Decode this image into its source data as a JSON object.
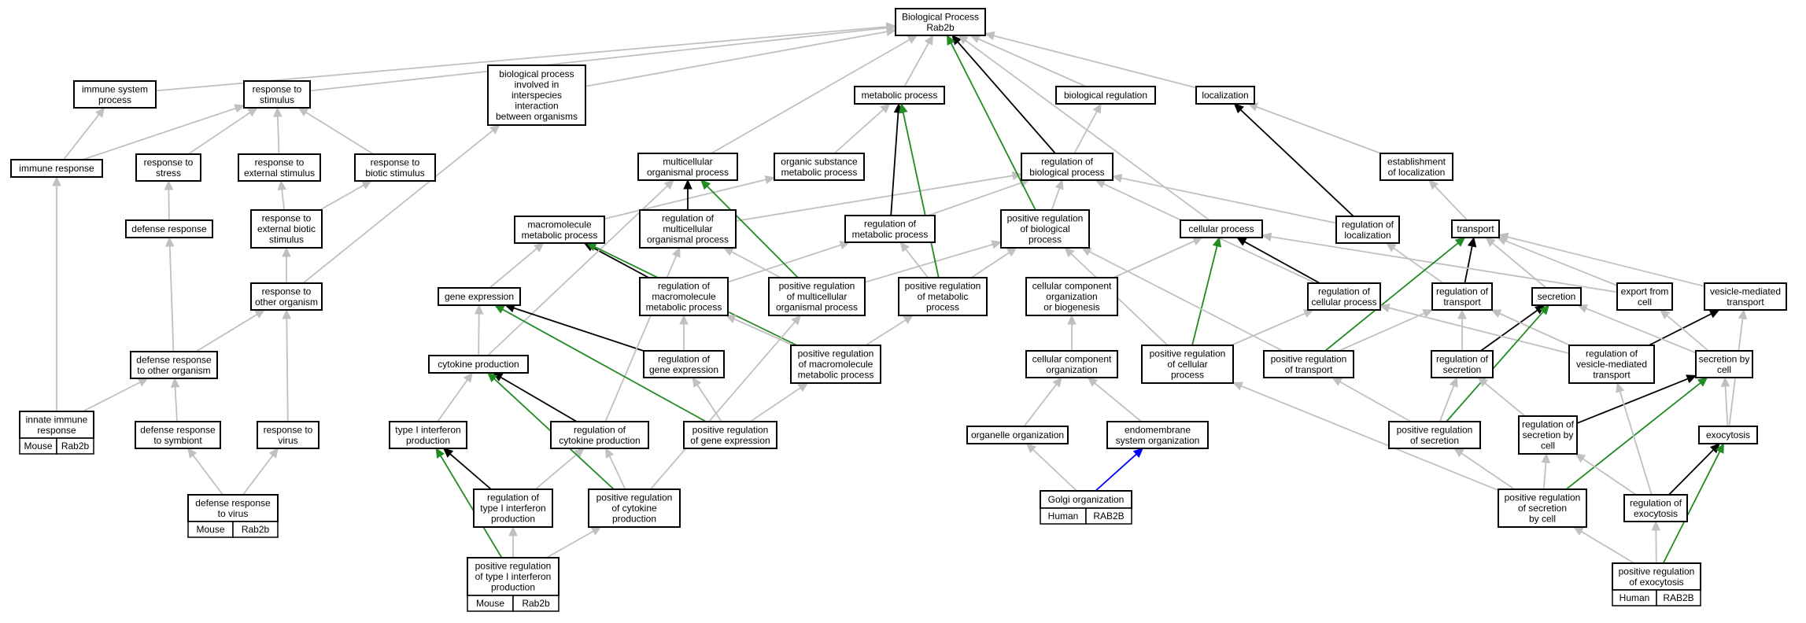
{
  "colors": {
    "grey": "#c0c0c0",
    "black": "#000000",
    "green": "#228b22",
    "blue": "#0000ff",
    "mouse": "#add8e6",
    "human": "#ef5f4a"
  },
  "nodes": [
    {
      "id": "bp",
      "lines": [
        "Biological Process",
        "Rab2b"
      ]
    },
    {
      "id": "isp",
      "lines": [
        "immune system",
        "process"
      ]
    },
    {
      "id": "rts",
      "lines": [
        "response to",
        "stimulus"
      ]
    },
    {
      "id": "bpi",
      "lines": [
        "biological process",
        "involved in",
        "interspecies",
        "interaction",
        "between organisms"
      ]
    },
    {
      "id": "mp",
      "lines": [
        "metabolic process"
      ]
    },
    {
      "id": "breg",
      "lines": [
        "biological regulation"
      ]
    },
    {
      "id": "loc",
      "lines": [
        "localization"
      ]
    },
    {
      "id": "ir",
      "lines": [
        "immune response"
      ]
    },
    {
      "id": "rtstr",
      "lines": [
        "response to",
        "stress"
      ]
    },
    {
      "id": "rtes",
      "lines": [
        "response to",
        "external stimulus"
      ]
    },
    {
      "id": "rtbs",
      "lines": [
        "response to",
        "biotic stimulus"
      ]
    },
    {
      "id": "mcop",
      "lines": [
        "multicellular",
        "organismal process"
      ]
    },
    {
      "id": "osmp",
      "lines": [
        "organic substance",
        "metabolic process"
      ]
    },
    {
      "id": "rbp",
      "lines": [
        "regulation of",
        "biological process"
      ]
    },
    {
      "id": "eol",
      "lines": [
        "establishment",
        "of localization"
      ]
    },
    {
      "id": "dr",
      "lines": [
        "defense response"
      ]
    },
    {
      "id": "rteb",
      "lines": [
        "response to",
        "external biotic",
        "stimulus"
      ]
    },
    {
      "id": "mmp",
      "lines": [
        "macromolecule",
        "metabolic process"
      ]
    },
    {
      "id": "rmcop",
      "lines": [
        "regulation of",
        "multicellular",
        "organismal process"
      ]
    },
    {
      "id": "rmp",
      "lines": [
        "regulation of",
        "metabolic process"
      ]
    },
    {
      "id": "prbp",
      "lines": [
        "positive regulation",
        "of biological",
        "process"
      ]
    },
    {
      "id": "cp",
      "lines": [
        "cellular process"
      ]
    },
    {
      "id": "rol",
      "lines": [
        "regulation of",
        "localization"
      ]
    },
    {
      "id": "tr",
      "lines": [
        "transport"
      ]
    },
    {
      "id": "rtoo",
      "lines": [
        "response to",
        "other organism"
      ]
    },
    {
      "id": "ge",
      "lines": [
        "gene expression"
      ]
    },
    {
      "id": "rmmp",
      "lines": [
        "regulation of",
        "macromolecule",
        "metabolic process"
      ]
    },
    {
      "id": "prmcop",
      "lines": [
        "positive regulation",
        "of multicellular",
        "organismal process"
      ]
    },
    {
      "id": "prmp",
      "lines": [
        "positive regulation",
        "of metabolic",
        "process"
      ]
    },
    {
      "id": "ccob",
      "lines": [
        "cellular component",
        "organization",
        "or biogenesis"
      ]
    },
    {
      "id": "rcp",
      "lines": [
        "regulation of",
        "cellular process"
      ]
    },
    {
      "id": "rtran",
      "lines": [
        "regulation of",
        "transport"
      ]
    },
    {
      "id": "sec",
      "lines": [
        "secretion"
      ]
    },
    {
      "id": "efc",
      "lines": [
        "export from",
        "cell"
      ]
    },
    {
      "id": "vmt",
      "lines": [
        "vesicle-mediated",
        "transport"
      ]
    },
    {
      "id": "drtoo",
      "lines": [
        "defense response",
        "to other organism"
      ]
    },
    {
      "id": "cyp",
      "lines": [
        "cytokine production"
      ]
    },
    {
      "id": "rge",
      "lines": [
        "regulation of",
        "gene expression"
      ]
    },
    {
      "id": "prmmp",
      "lines": [
        "positive regulation",
        "of macromolecule",
        "metabolic process"
      ]
    },
    {
      "id": "cco",
      "lines": [
        "cellular component",
        "organization"
      ]
    },
    {
      "id": "prcp",
      "lines": [
        "positive regulation",
        "of cellular",
        "process"
      ]
    },
    {
      "id": "prtran",
      "lines": [
        "positive regulation",
        "of transport"
      ]
    },
    {
      "id": "rsec",
      "lines": [
        "regulation of",
        "secretion"
      ]
    },
    {
      "id": "rvmt",
      "lines": [
        "regulation of",
        "vesicle-mediated",
        "transport"
      ]
    },
    {
      "id": "sbc",
      "lines": [
        "secretion by",
        "cell"
      ]
    },
    {
      "id": "iir",
      "lines": [
        "innate immune",
        "response"
      ],
      "tag": {
        "species": "Mouse",
        "gene": "Rab2b",
        "color": "mouse"
      }
    },
    {
      "id": "drts",
      "lines": [
        "defense response",
        "to symbiont"
      ]
    },
    {
      "id": "rtv",
      "lines": [
        "response to",
        "virus"
      ]
    },
    {
      "id": "t1ip",
      "lines": [
        "type I interferon",
        "production"
      ]
    },
    {
      "id": "rcyp",
      "lines": [
        "regulation of",
        "cytokine production"
      ]
    },
    {
      "id": "prge",
      "lines": [
        "positive regulation",
        "of gene expression"
      ]
    },
    {
      "id": "oo",
      "lines": [
        "organelle organization"
      ]
    },
    {
      "id": "eso",
      "lines": [
        "endomembrane",
        "system organization"
      ]
    },
    {
      "id": "prsec",
      "lines": [
        "positive regulation",
        "of secretion"
      ]
    },
    {
      "id": "rsbc",
      "lines": [
        "regulation of",
        "secretion by",
        "cell"
      ]
    },
    {
      "id": "exo",
      "lines": [
        "exocytosis"
      ]
    },
    {
      "id": "drtv",
      "lines": [
        "defense response",
        "to virus"
      ],
      "tag": {
        "species": "Mouse",
        "gene": "Rab2b",
        "color": "mouse"
      }
    },
    {
      "id": "rt1ip",
      "lines": [
        "regulation of",
        "type I interferon",
        "production"
      ]
    },
    {
      "id": "prcyp",
      "lines": [
        "positive regulation",
        "of cytokine",
        "production"
      ]
    },
    {
      "id": "go",
      "lines": [
        "Golgi organization"
      ],
      "tag": {
        "species": "Human",
        "gene": "RAB2B",
        "color": "human"
      }
    },
    {
      "id": "prsbc",
      "lines": [
        "positive regulation",
        "of secretion",
        "by cell"
      ]
    },
    {
      "id": "rexo",
      "lines": [
        "regulation of",
        "exocytosis"
      ]
    },
    {
      "id": "prt1ip",
      "lines": [
        "positive regulation",
        "of type I interferon",
        "production"
      ],
      "tag": {
        "species": "Mouse",
        "gene": "Rab2b",
        "color": "mouse"
      }
    },
    {
      "id": "prexo",
      "lines": [
        "positive regulation",
        "of exocytosis"
      ],
      "tag": {
        "species": "Human",
        "gene": "RAB2B",
        "color": "human"
      }
    }
  ],
  "edges": [
    [
      "isp",
      "bp",
      "grey"
    ],
    [
      "rts",
      "bp",
      "grey"
    ],
    [
      "bpi",
      "bp",
      "grey"
    ],
    [
      "mp",
      "bp",
      "grey"
    ],
    [
      "breg",
      "bp",
      "grey"
    ],
    [
      "loc",
      "bp",
      "grey"
    ],
    [
      "ir",
      "isp",
      "grey"
    ],
    [
      "ir",
      "rts",
      "grey"
    ],
    [
      "rtstr",
      "rts",
      "grey"
    ],
    [
      "rtes",
      "rts",
      "grey"
    ],
    [
      "rtbs",
      "rts",
      "grey"
    ],
    [
      "mcop",
      "bp",
      "grey"
    ],
    [
      "osmp",
      "mp",
      "grey"
    ],
    [
      "rbp",
      "breg",
      "grey"
    ],
    [
      "rbp",
      "bp",
      "black"
    ],
    [
      "eol",
      "loc",
      "grey"
    ],
    [
      "dr",
      "rtstr",
      "grey"
    ],
    [
      "rteb",
      "rtes",
      "grey"
    ],
    [
      "rteb",
      "rtbs",
      "grey"
    ],
    [
      "mmp",
      "osmp",
      "grey"
    ],
    [
      "rmcop",
      "mcop",
      "black"
    ],
    [
      "rmcop",
      "rbp",
      "grey"
    ],
    [
      "rmp",
      "mp",
      "black"
    ],
    [
      "rmp",
      "rbp",
      "grey"
    ],
    [
      "prbp",
      "bp",
      "green"
    ],
    [
      "prbp",
      "rbp",
      "grey"
    ],
    [
      "cp",
      "bp",
      "grey"
    ],
    [
      "rol",
      "loc",
      "black"
    ],
    [
      "rol",
      "rbp",
      "grey"
    ],
    [
      "tr",
      "eol",
      "grey"
    ],
    [
      "rtoo",
      "rteb",
      "grey"
    ],
    [
      "rtoo",
      "bpi",
      "grey"
    ],
    [
      "ge",
      "mmp",
      "grey"
    ],
    [
      "rmmp",
      "mmp",
      "black"
    ],
    [
      "rmmp",
      "rmp",
      "grey"
    ],
    [
      "prmcop",
      "mcop",
      "green"
    ],
    [
      "prmcop",
      "rmcop",
      "grey"
    ],
    [
      "prmcop",
      "prbp",
      "grey"
    ],
    [
      "prmp",
      "mp",
      "green"
    ],
    [
      "prmp",
      "rmp",
      "grey"
    ],
    [
      "prmp",
      "prbp",
      "grey"
    ],
    [
      "ccob",
      "cp",
      "grey"
    ],
    [
      "rcp",
      "cp",
      "black"
    ],
    [
      "rcp",
      "rbp",
      "grey"
    ],
    [
      "rtran",
      "tr",
      "black"
    ],
    [
      "rtran",
      "rol",
      "grey"
    ],
    [
      "sec",
      "tr",
      "grey"
    ],
    [
      "efc",
      "tr",
      "grey"
    ],
    [
      "efc",
      "cp",
      "grey"
    ],
    [
      "vmt",
      "tr",
      "grey"
    ],
    [
      "drtoo",
      "dr",
      "grey"
    ],
    [
      "drtoo",
      "rtoo",
      "grey"
    ],
    [
      "cyp",
      "ge",
      "grey"
    ],
    [
      "cyp",
      "mcop",
      "grey"
    ],
    [
      "rge",
      "ge",
      "black"
    ],
    [
      "rge",
      "rmmp",
      "grey"
    ],
    [
      "prmmp",
      "mmp",
      "green"
    ],
    [
      "prmmp",
      "rmmp",
      "grey"
    ],
    [
      "prmmp",
      "prmp",
      "grey"
    ],
    [
      "cco",
      "ccob",
      "grey"
    ],
    [
      "prcp",
      "cp",
      "green"
    ],
    [
      "prcp",
      "rcp",
      "grey"
    ],
    [
      "prcp",
      "prbp",
      "grey"
    ],
    [
      "prtran",
      "tr",
      "green"
    ],
    [
      "prtran",
      "rtran",
      "grey"
    ],
    [
      "prtran",
      "prbp",
      "grey"
    ],
    [
      "rsec",
      "sec",
      "black"
    ],
    [
      "rsec",
      "rtran",
      "grey"
    ],
    [
      "rvmt",
      "vmt",
      "black"
    ],
    [
      "rvmt",
      "rtran",
      "grey"
    ],
    [
      "rvmt",
      "rcp",
      "grey"
    ],
    [
      "sbc",
      "sec",
      "grey"
    ],
    [
      "sbc",
      "efc",
      "grey"
    ],
    [
      "iir",
      "ir",
      "grey"
    ],
    [
      "iir",
      "drtoo",
      "grey"
    ],
    [
      "drts",
      "drtoo",
      "grey"
    ],
    [
      "rtv",
      "rtoo",
      "grey"
    ],
    [
      "t1ip",
      "cyp",
      "grey"
    ],
    [
      "rcyp",
      "cyp",
      "black"
    ],
    [
      "rcyp",
      "rmcop",
      "grey"
    ],
    [
      "prge",
      "ge",
      "green"
    ],
    [
      "prge",
      "rge",
      "grey"
    ],
    [
      "prge",
      "prmmp",
      "grey"
    ],
    [
      "oo",
      "cco",
      "grey"
    ],
    [
      "eso",
      "cco",
      "grey"
    ],
    [
      "prsec",
      "sec",
      "green"
    ],
    [
      "prsec",
      "rsec",
      "grey"
    ],
    [
      "prsec",
      "prtran",
      "grey"
    ],
    [
      "rsbc",
      "sbc",
      "black"
    ],
    [
      "rsbc",
      "rsec",
      "grey"
    ],
    [
      "exo",
      "vmt",
      "grey"
    ],
    [
      "exo",
      "sbc",
      "grey"
    ],
    [
      "drtv",
      "drts",
      "grey"
    ],
    [
      "drtv",
      "rtv",
      "grey"
    ],
    [
      "rt1ip",
      "t1ip",
      "black"
    ],
    [
      "rt1ip",
      "rcyp",
      "grey"
    ],
    [
      "prcyp",
      "cyp",
      "green"
    ],
    [
      "prcyp",
      "rcyp",
      "grey"
    ],
    [
      "prcyp",
      "prmcop",
      "grey"
    ],
    [
      "go",
      "oo",
      "grey"
    ],
    [
      "go",
      "eso",
      "blue"
    ],
    [
      "prsbc",
      "sbc",
      "green"
    ],
    [
      "prsbc",
      "rsbc",
      "grey"
    ],
    [
      "prsbc",
      "prsec",
      "grey"
    ],
    [
      "prsbc",
      "prcp",
      "grey"
    ],
    [
      "rexo",
      "exo",
      "black"
    ],
    [
      "rexo",
      "rsbc",
      "grey"
    ],
    [
      "rexo",
      "rvmt",
      "grey"
    ],
    [
      "prt1ip",
      "t1ip",
      "green"
    ],
    [
      "prt1ip",
      "rt1ip",
      "grey"
    ],
    [
      "prt1ip",
      "prcyp",
      "grey"
    ],
    [
      "prexo",
      "exo",
      "green"
    ],
    [
      "prexo",
      "rexo",
      "grey"
    ],
    [
      "prexo",
      "prsbc",
      "grey"
    ]
  ]
}
